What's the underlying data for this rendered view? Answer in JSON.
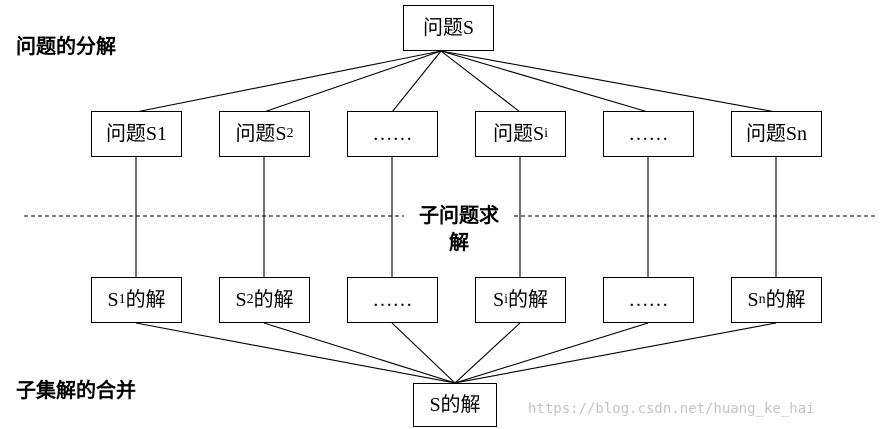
{
  "labels": {
    "decompose": "问题的分解",
    "subproblem_solve_line1": "子问题求",
    "subproblem_solve_line2": "解",
    "merge": "子集解的合并"
  },
  "root": {
    "text": "问题S"
  },
  "problems": [
    {
      "main": "问题S1",
      "sub": ""
    },
    {
      "main": "问题S",
      "sub": "2"
    },
    {
      "main": "……",
      "sub": ""
    },
    {
      "main": "问题S",
      "sub": "i"
    },
    {
      "main": "……",
      "sub": ""
    },
    {
      "main": "问题Sn",
      "sub": ""
    }
  ],
  "solutions": [
    {
      "pre": "S",
      "sub": "1",
      "post": "的解"
    },
    {
      "pre": "S",
      "sub": "2",
      "post": "的解"
    },
    {
      "pre": "……",
      "sub": "",
      "post": ""
    },
    {
      "pre": "S",
      "sub": "i",
      "post": "的解"
    },
    {
      "pre": "……",
      "sub": "",
      "post": ""
    },
    {
      "pre": "S",
      "sub": "n",
      "post": "的解"
    }
  ],
  "final": {
    "text": "S的解"
  },
  "watermark": "https://blog.csdn.net/huang_ke_hai"
}
